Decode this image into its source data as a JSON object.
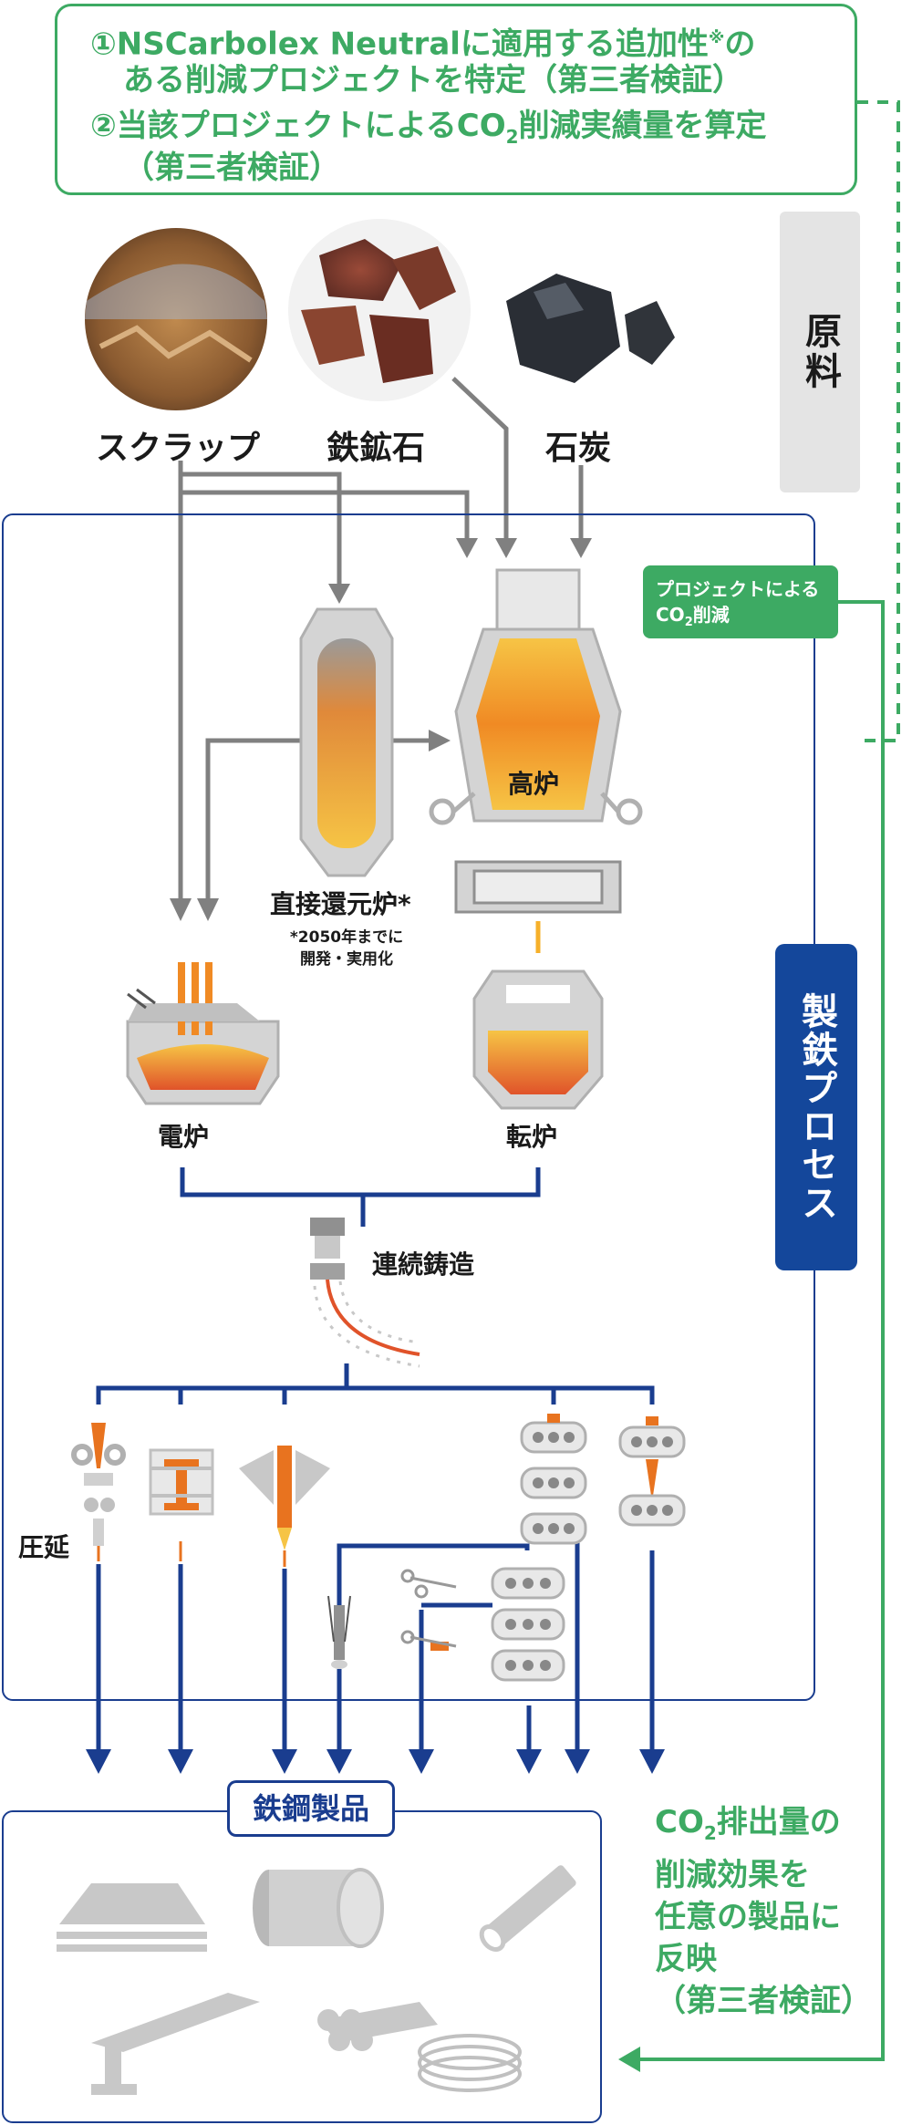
{
  "verification": {
    "line1_num": "①",
    "line1a": "NSCarbolex Neutralに適用する追加性",
    "line1_note": "※",
    "line1b": "の",
    "line2": "ある削減プロジェクトを特定（第三者検証）",
    "line3_num": "②",
    "line3a": "当該プロジェクトによるCO",
    "line3_sub": "2",
    "line3b": "削減実績量を算定",
    "line4": "（第三者検証）"
  },
  "raw_materials": {
    "section_label": "原料",
    "items": [
      "スクラップ",
      "鉄鉱石",
      "石炭"
    ]
  },
  "process": {
    "section_label": "製鉄プロセス",
    "badge_line1": "プロジェクトによる",
    "badge_line2a": "CO",
    "badge_line2_sub": "2",
    "badge_line2b": "削減",
    "blast_furnace": "高炉",
    "dri_furnace": "直接還元炉*",
    "dri_note_line1": "*2050年までに",
    "dri_note_line2": "開発・実用化",
    "electric_furnace": "電炉",
    "converter": "転炉",
    "continuous_casting": "連続鋳造",
    "rolling": "圧延"
  },
  "products": {
    "label": "鉄鋼製品"
  },
  "reflection": {
    "line1a": "CO",
    "line1_sub": "2",
    "line1b": "排出量の",
    "line2": "削減効果を",
    "line3": "任意の製品に",
    "line4": "反映",
    "line5": "（第三者検証）"
  },
  "colors": {
    "green": "#3daa63",
    "navy": "#1a3d8f",
    "arrow_gray": "#808080",
    "furnace_gray": "#c8c8c8",
    "molten_orange": "#f08a24",
    "molten_yellow": "#f6c445"
  }
}
